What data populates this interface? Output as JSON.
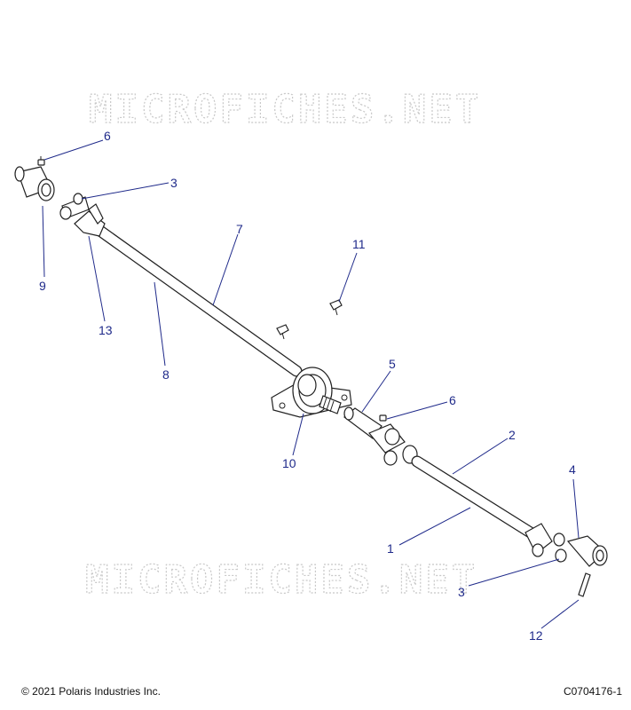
{
  "watermark": {
    "text": "MICROFICHES.NET"
  },
  "callouts": [
    {
      "id": "c6a",
      "label": "6"
    },
    {
      "id": "c3a",
      "label": "3"
    },
    {
      "id": "c7",
      "label": "7"
    },
    {
      "id": "c11",
      "label": "11"
    },
    {
      "id": "c9",
      "label": "9"
    },
    {
      "id": "c13",
      "label": "13"
    },
    {
      "id": "c8",
      "label": "8"
    },
    {
      "id": "c5",
      "label": "5"
    },
    {
      "id": "c6b",
      "label": "6"
    },
    {
      "id": "c2",
      "label": "2"
    },
    {
      "id": "c4",
      "label": "4"
    },
    {
      "id": "c10",
      "label": "10"
    },
    {
      "id": "c1",
      "label": "1"
    },
    {
      "id": "c3b",
      "label": "3"
    },
    {
      "id": "c12",
      "label": "12"
    }
  ],
  "footer": {
    "copyright": "© 2021 Polaris Industries Inc.",
    "drawing_code": "C0704176-1"
  }
}
